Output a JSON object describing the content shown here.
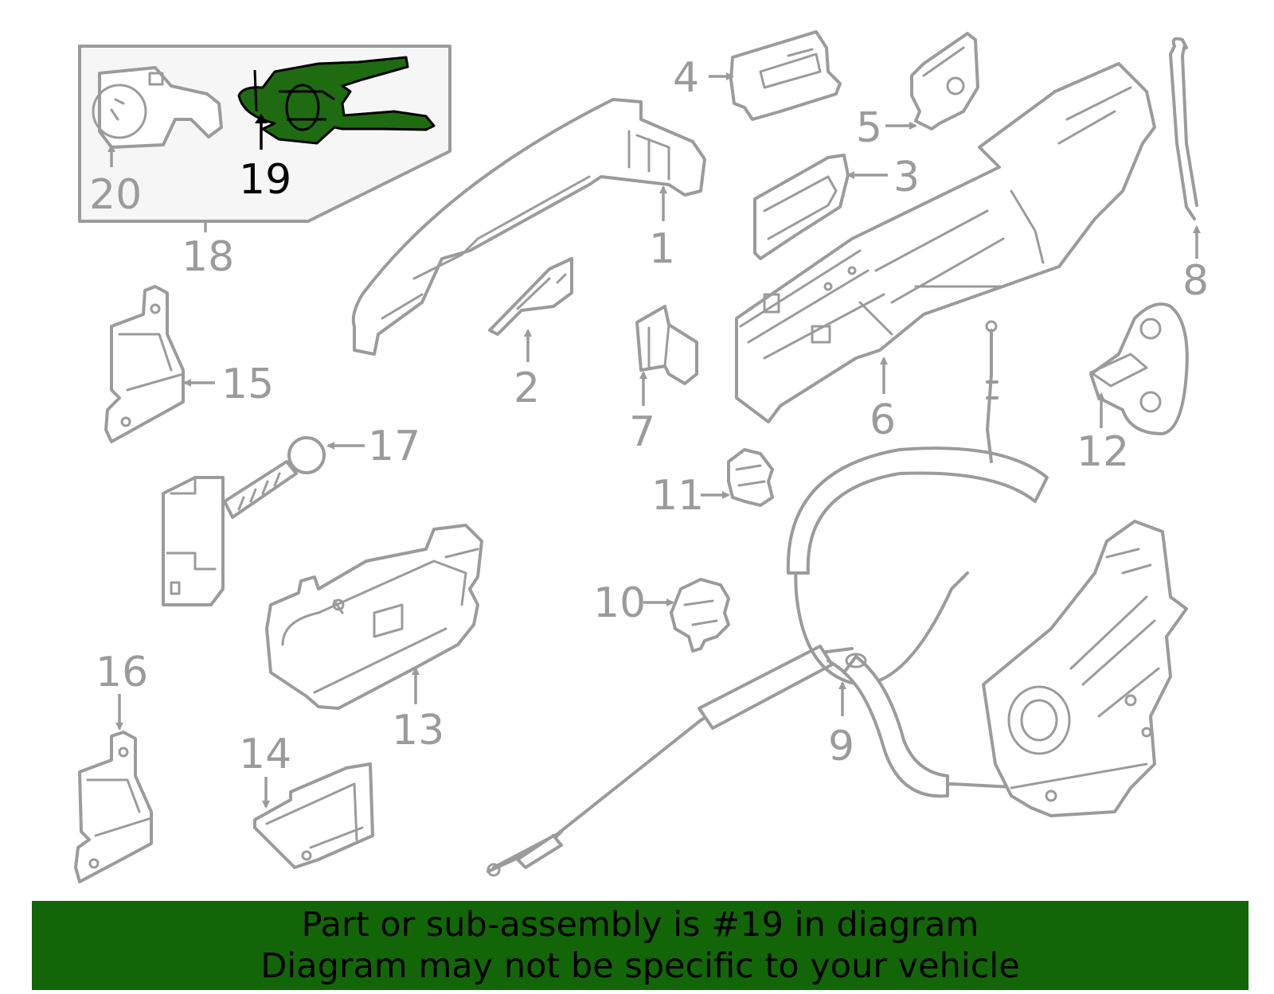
{
  "diagram": {
    "callouts": [
      "1",
      "2",
      "3",
      "4",
      "5",
      "6",
      "7",
      "8",
      "9",
      "10",
      "11",
      "12",
      "13",
      "14",
      "15",
      "16",
      "17",
      "18",
      "19",
      "20"
    ],
    "highlighted_part": "19",
    "highlight_color": "#1f6b12",
    "line_color": "#9b9b9b"
  },
  "banner": {
    "line1": "Part or sub-assembly is #19 in diagram",
    "line2": "Diagram may not be specific to your vehicle",
    "background": "#136608"
  }
}
